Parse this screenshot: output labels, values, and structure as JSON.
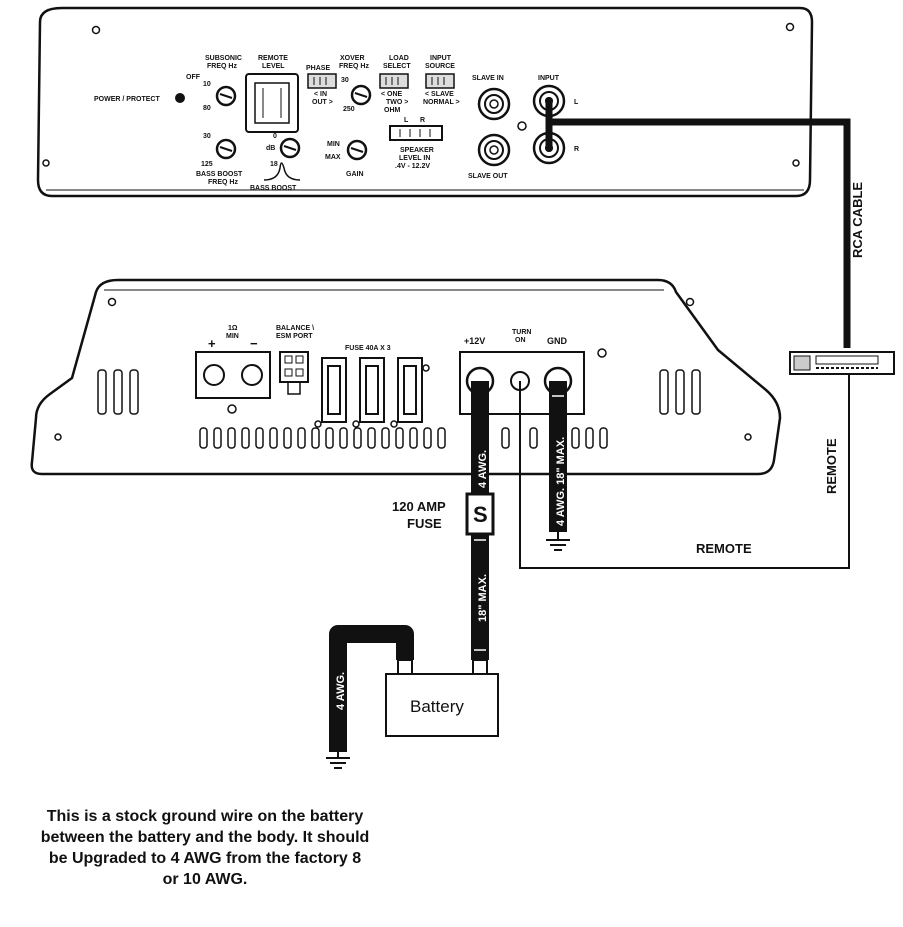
{
  "top_panel": {
    "power_protect": "POWER / PROTECT",
    "off": "OFF",
    "subsonic_l1": "SUBSONIC",
    "subsonic_l2": "FREQ Hz",
    "subsonic_min": "10",
    "subsonic_max": "80",
    "remote_level_l1": "REMOTE",
    "remote_level_l2": "LEVEL",
    "phase": "PHASE",
    "phase_in": "< IN",
    "phase_out": "OUT >",
    "xover_l1": "XOVER",
    "xover_l2": "FREQ Hz",
    "xover_min": "30",
    "xover_max": "250",
    "load_l1": "LOAD",
    "load_l2": "SELECT",
    "load_one": "< ONE",
    "load_two": "TWO >",
    "load_ohm": "OHM",
    "input_source_l1": "INPUT",
    "input_source_l2": "SOURCE",
    "source_slave": "< SLAVE",
    "source_normal": "NORMAL >",
    "slave_in": "SLAVE IN",
    "slave_out": "SLAVE OUT",
    "input": "INPUT",
    "ch_l": "L",
    "ch_r": "R",
    "bass_boost_min": "30",
    "bass_boost_max": "125",
    "bass_boost_freq_l1": "BASS BOOST",
    "bass_boost_freq_l2": "FREQ Hz",
    "db": "dB",
    "db_min": "0",
    "db_max": "18",
    "bass_boost": "BASS BOOST",
    "gain_min": "MIN",
    "gain_max": "MAX",
    "gain": "GAIN",
    "speaker_l1": "SPEAKER",
    "speaker_l2": "LEVEL IN",
    "speaker_l3": ".4V - 12.2V",
    "spk_l": "L",
    "spk_r": "R"
  },
  "bottom_panel": {
    "ohm_l1": "1Ω",
    "ohm_l2": "MIN",
    "plus": "+",
    "minus": "−",
    "balance_l1": "BALANCE \\",
    "balance_l2": "ESM PORT",
    "fuse": "FUSE 40A X 3",
    "plus12v": "+12V",
    "turn_on_l1": "TURN",
    "turn_on_l2": "ON",
    "gnd": "GND"
  },
  "wiring": {
    "rca_cable": "RCA CABLE",
    "remote_vertical": "REMOTE",
    "remote_horizontal": "REMOTE",
    "power_wire": "4 AWG.",
    "ground_wire": "4 AWG. 18\" MAX.",
    "fuse_line1": "120 AMP",
    "fuse_line2": "FUSE",
    "fuse_symbol": "S",
    "power_max": "18\" MAX.",
    "battery_ground": "4 AWG.",
    "battery": "Battery"
  },
  "note": "This is a stock ground wire on the battery between the battery and the body. It should be Upgraded to 4 AWG from the factory 8 or 10 AWG."
}
